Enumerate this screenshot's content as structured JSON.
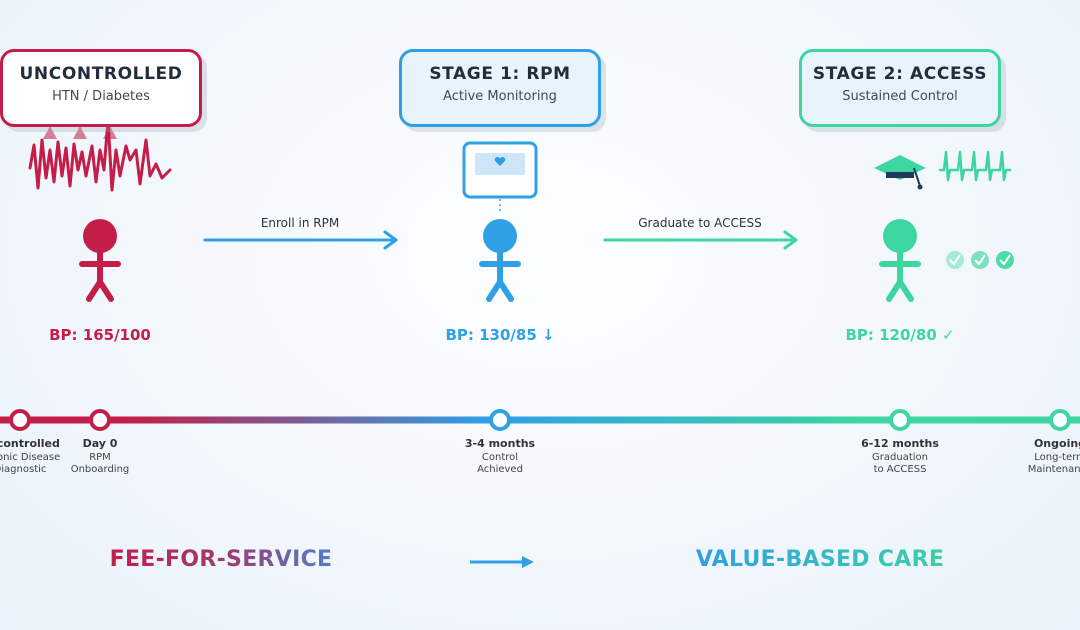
{
  "colors": {
    "uncontrolled": "#c41e48",
    "rpm": "#2fa0e6",
    "access": "#3dd6a0",
    "text_dark": "#1f2d3d"
  },
  "stages": [
    {
      "title": "UNCONTROLLED",
      "subtitle": "HTN / Diabetes",
      "bp": "BP: 165/100",
      "icon": "erratic-heartbeat-icon"
    },
    {
      "title": "STAGE 1: RPM",
      "subtitle": "Active Monitoring",
      "bp": "BP: 130/85 ↓",
      "icon": "bp-monitor-icon"
    },
    {
      "title": "STAGE 2: ACCESS",
      "subtitle": "Sustained Control",
      "bp": "BP: 120/80 ✓",
      "icon": "graduation-cap-icon"
    }
  ],
  "transitions": [
    {
      "label": "Enroll in RPM"
    },
    {
      "label": "Graduate to ACCESS"
    }
  ],
  "milestones": [
    {
      "title": "Uncontrolled",
      "desc1": "Chronic Disease",
      "desc2": "Diagnostic"
    },
    {
      "title": "Day 0",
      "desc1": "RPM",
      "desc2": "Onboarding"
    },
    {
      "title": "3-4 months",
      "desc1": "Control",
      "desc2": "Achieved"
    },
    {
      "title": "6-12 months",
      "desc1": "Graduation",
      "desc2": "to ACCESS"
    },
    {
      "title": "Ongoing",
      "desc1": "Long-term",
      "desc2": "Maintenance"
    }
  ],
  "footer": {
    "left": "FEE-FOR-SERVICE",
    "right": "VALUE-BASED CARE"
  }
}
